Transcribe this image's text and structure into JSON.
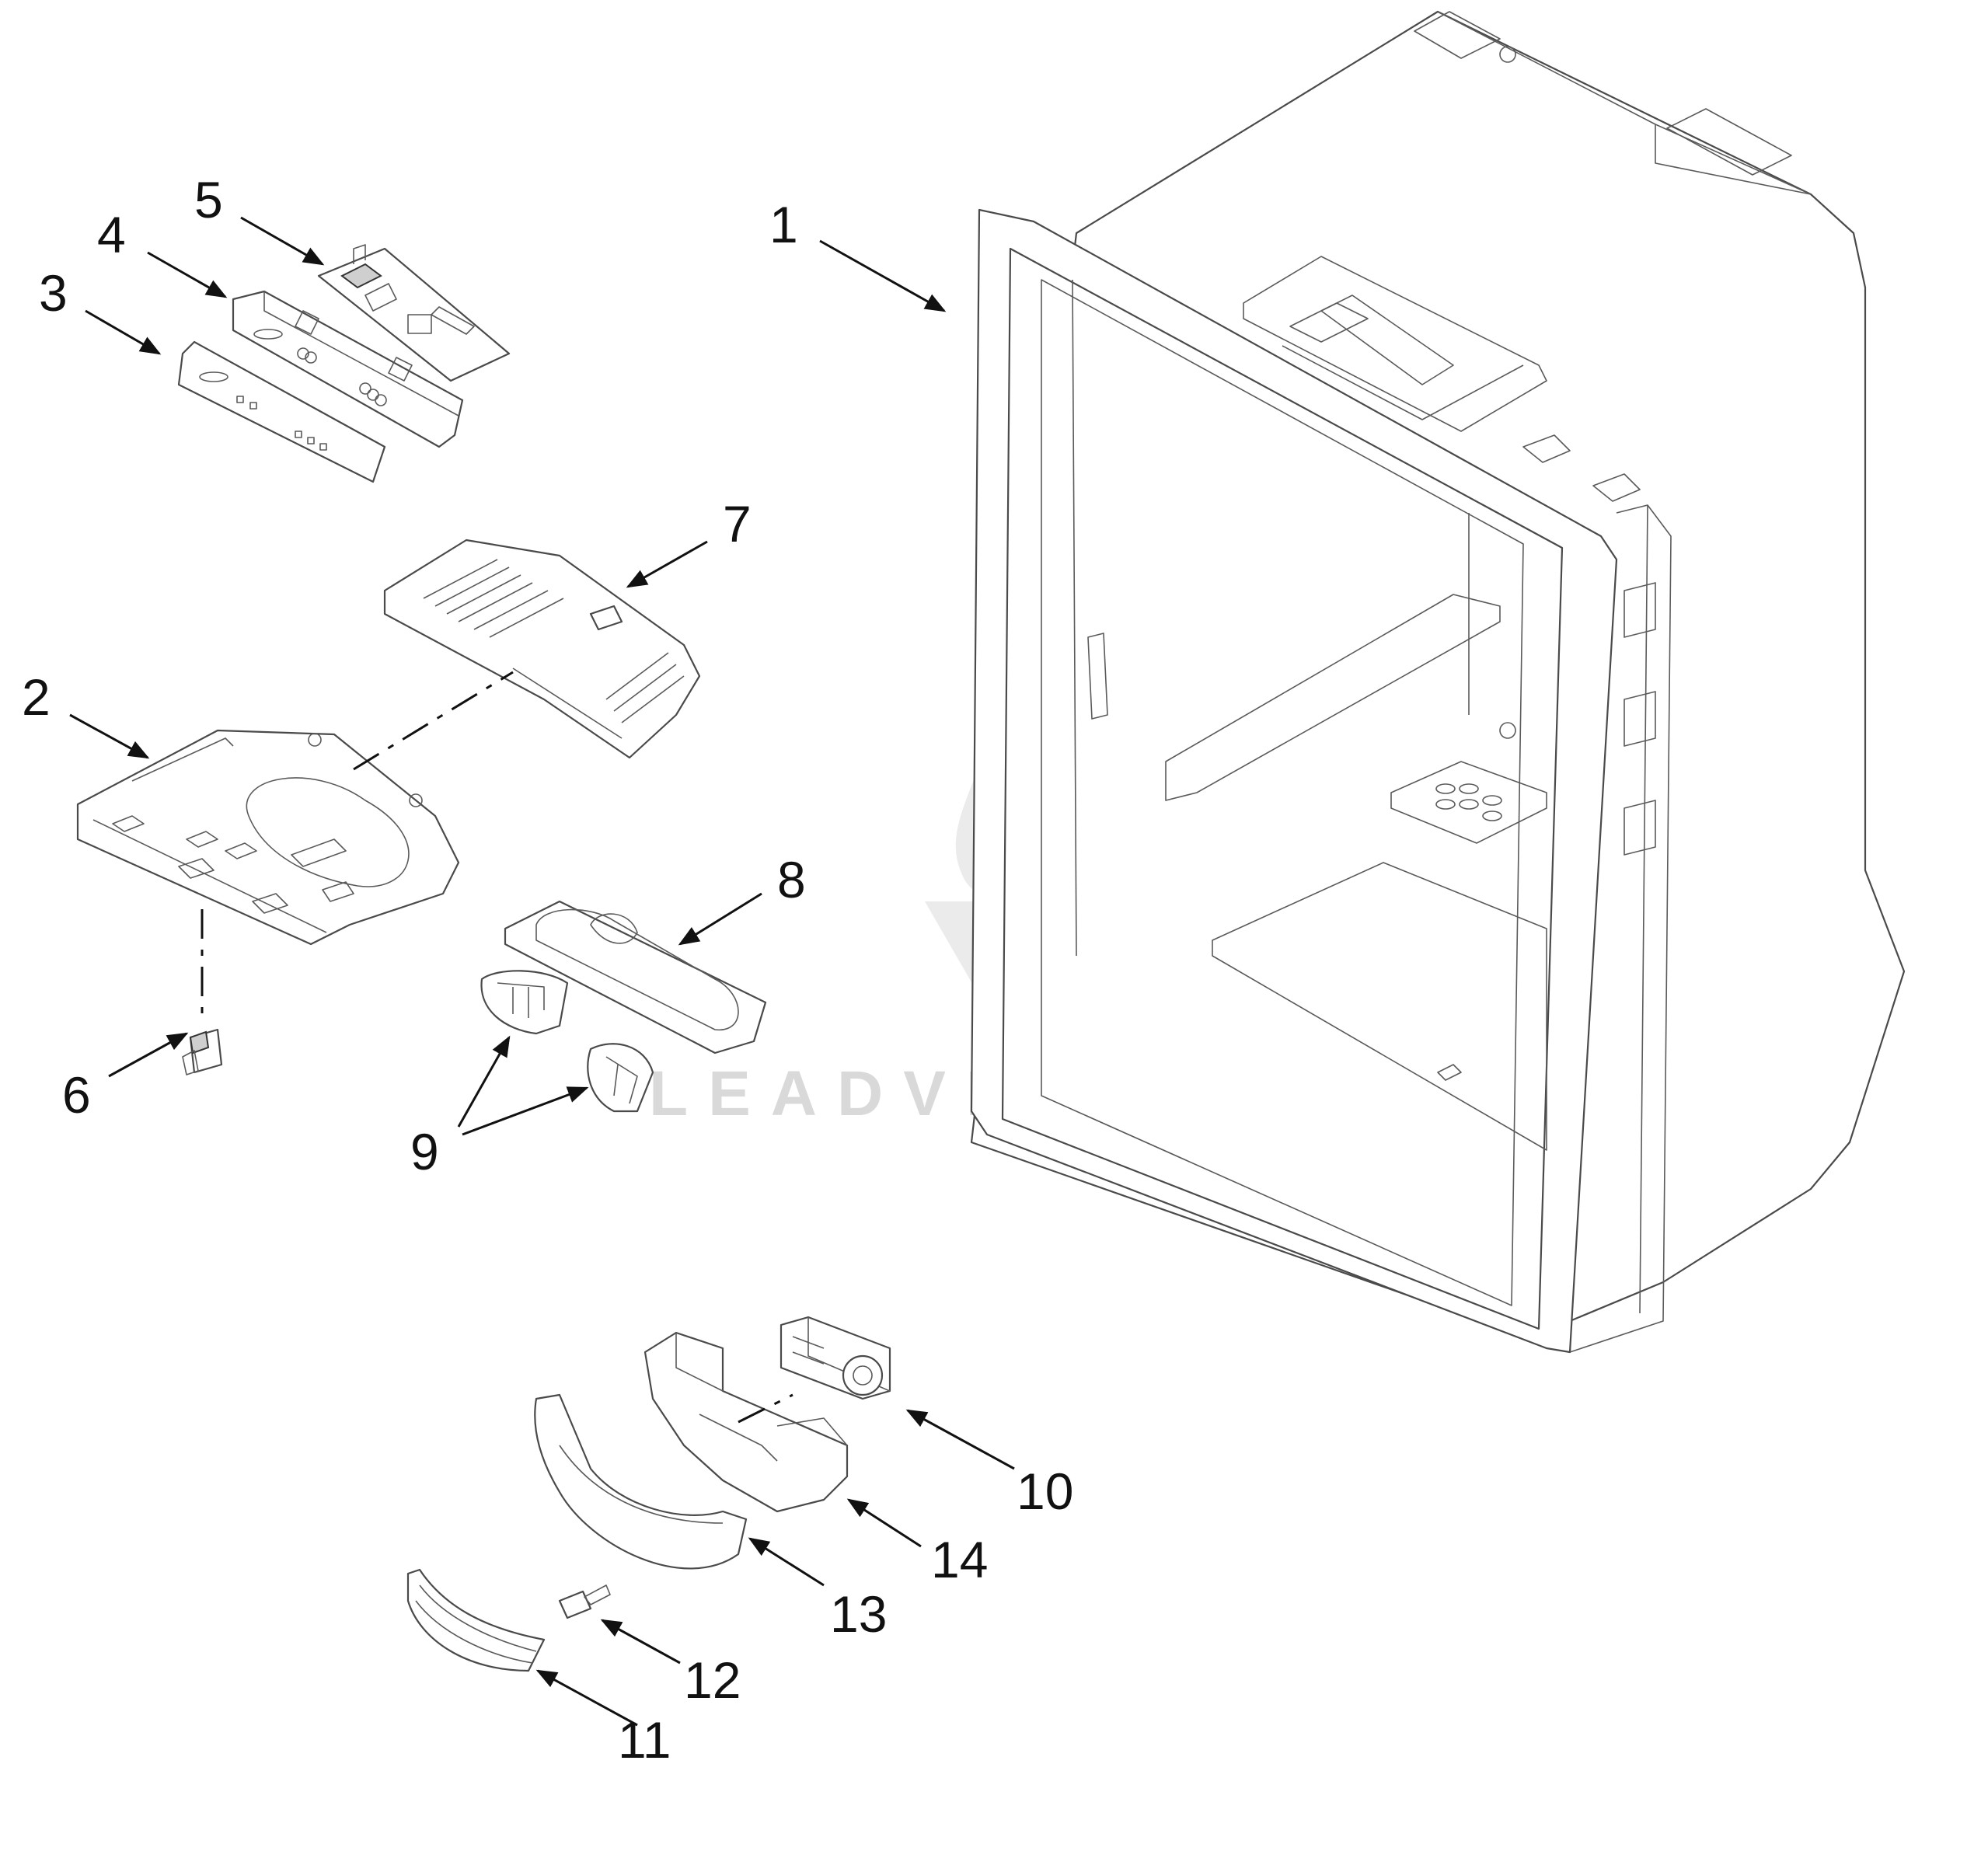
{
  "callouts": [
    {
      "id": "1",
      "label": "1"
    },
    {
      "id": "2",
      "label": "2"
    },
    {
      "id": "3",
      "label": "3"
    },
    {
      "id": "4",
      "label": "4"
    },
    {
      "id": "5",
      "label": "5"
    },
    {
      "id": "6",
      "label": "6"
    },
    {
      "id": "7",
      "label": "7"
    },
    {
      "id": "8",
      "label": "8"
    },
    {
      "id": "9",
      "label": "9"
    },
    {
      "id": "10",
      "label": "10"
    },
    {
      "id": "11",
      "label": "11"
    },
    {
      "id": "12",
      "label": "12"
    },
    {
      "id": "13",
      "label": "13"
    },
    {
      "id": "14",
      "label": "14"
    }
  ],
  "watermark": {
    "text": "LEADVENTURE"
  }
}
